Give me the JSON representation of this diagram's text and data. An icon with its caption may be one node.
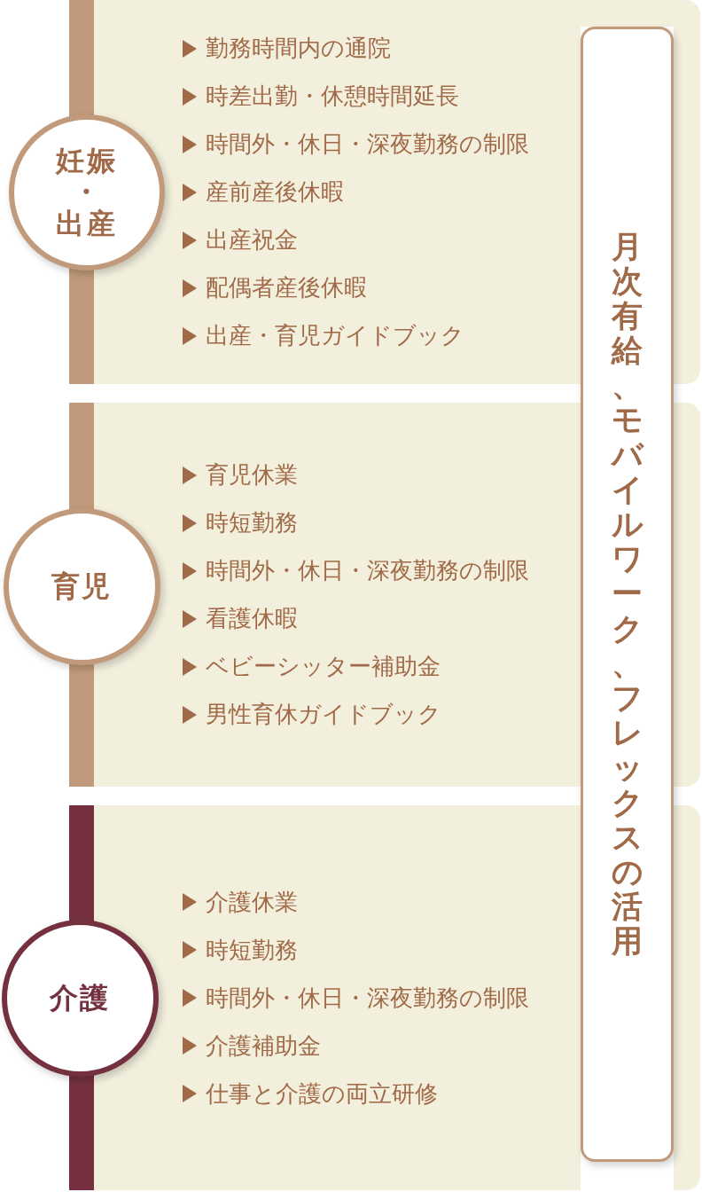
{
  "diagram": {
    "nodes": [
      {
        "text": [
          "妊娠・出産"
        ]
      },
      {
        "text": [
          "勤務時間内の通院",
          "時差出勤・休憩時間延長",
          "時間外・休日・深夜勤務の制限",
          "産前産後休暇",
          "出産祝金",
          "配偶者産後休暇",
          "出産・育児ガイドブック"
        ]
      },
      {
        "text": [
          "育児"
        ]
      },
      {
        "text": [
          "育児休業",
          "時短勤務",
          "時間外・休日・深夜勤務の制限",
          "看護休暇",
          "ベビーシッター補助金",
          "男性育休ガイドブック"
        ]
      },
      {
        "text": [
          "介護"
        ]
      },
      {
        "text": [
          "介護休業",
          "時短勤務",
          "時間外・休日・深夜勤務の制限",
          "介護補助金",
          "仕事と介護の両立研修"
        ]
      },
      {
        "text": [
          "月次有給、モバイルワーク、フレックスの活用"
        ]
      }
    ]
  }
}
